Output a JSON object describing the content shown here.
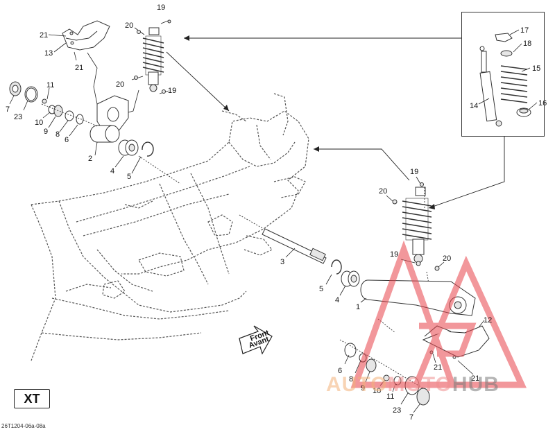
{
  "diagram": {
    "variant_badge": "XT",
    "drawing_code": "26T1204-06a-08a",
    "direction_label": [
      "Front",
      "Avant"
    ],
    "watermark": {
      "part1": "AUTO",
      "part2": "MOTO",
      "part3": "HUB",
      "color_light": "#f3b27a",
      "color_red": "#e8434b",
      "color_gray": "#7a7a7a"
    },
    "callouts": {
      "left_top_21": "21",
      "left_top_13": "13",
      "left_top_21b": "21",
      "left_shock_20a": "20",
      "left_shock_19a": "19",
      "left_shock_20b": "20",
      "left_shock_19b": "19",
      "left_11": "11",
      "left_7": "7",
      "left_23": "23",
      "left_10": "10",
      "left_9": "9",
      "left_8": "8",
      "left_6": "6",
      "left_2": "2",
      "left_4": "4",
      "left_5": "5",
      "inset_17": "17",
      "inset_18": "18",
      "inset_15": "15",
      "inset_14": "14",
      "inset_16": "16",
      "right_shock_19a": "19",
      "right_shock_20a": "20",
      "right_shock_19b": "19",
      "right_shock_20b": "20",
      "shaft_3": "3",
      "right_5": "5",
      "right_4": "4",
      "right_1": "1",
      "right_12": "12",
      "right_21a": "21",
      "right_21b": "21",
      "right_6": "6",
      "right_8": "8",
      "right_9": "9",
      "right_10": "10",
      "right_11": "11",
      "right_23": "23",
      "right_7": "7"
    }
  }
}
